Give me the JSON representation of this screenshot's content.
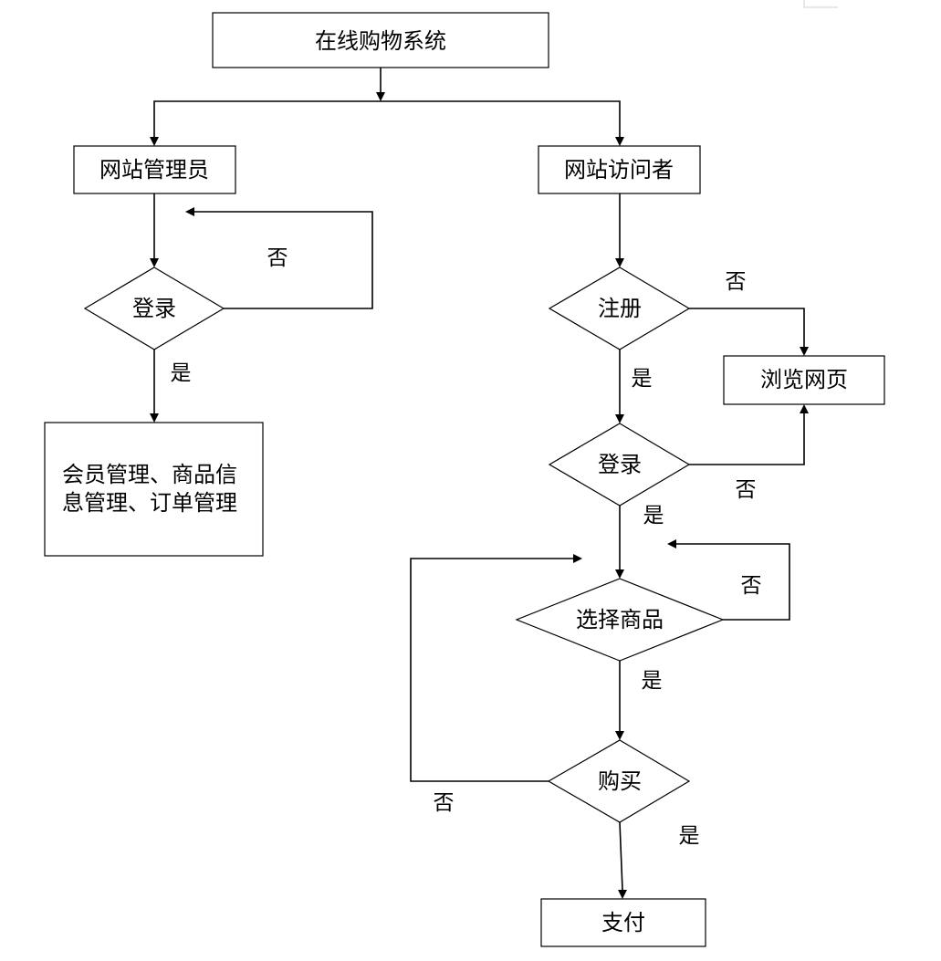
{
  "nodes": {
    "system": "在线购物系统",
    "admin": "网站管理员",
    "visitor": "网站访问者",
    "admin_login": "登录",
    "admin_functions_line1": "会员管理、商品信",
    "admin_functions_line2": "息管理、订单管理",
    "register": "注册",
    "browse": "浏览网页",
    "visitor_login": "登录",
    "select_goods": "选择商品",
    "buy": "购买",
    "pay": "支付"
  },
  "edge_labels": {
    "admin_login_no": "否",
    "admin_login_yes": "是",
    "register_no": "否",
    "register_yes": "是",
    "visitor_login_no": "否",
    "visitor_login_yes": "是",
    "select_no": "否",
    "select_yes": "是",
    "buy_no": "否",
    "buy_yes": "是"
  }
}
